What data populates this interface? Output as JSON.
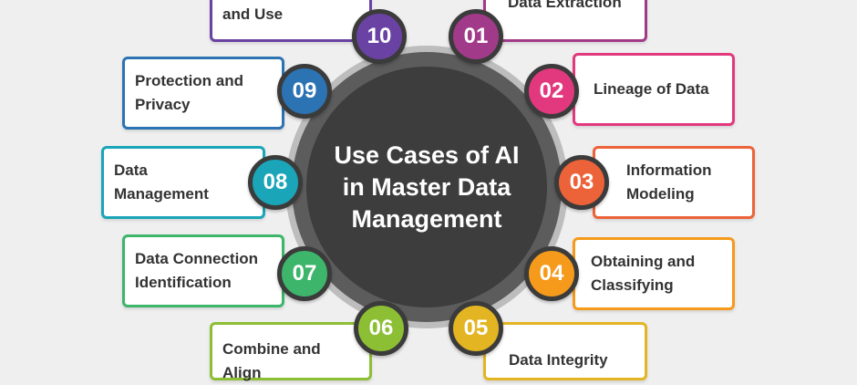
{
  "title": "Use Cases of AI\nin Master Data\nManagement",
  "items": [
    {
      "number": "01",
      "label": "Data Extraction",
      "color": "#a23a8a"
    },
    {
      "number": "02",
      "label": "Lineage of Data",
      "color": "#e2397e"
    },
    {
      "number": "03",
      "label": "Information\nModeling",
      "color": "#ec6239"
    },
    {
      "number": "04",
      "label": "Obtaining and\nClassifying",
      "color": "#f59a1b"
    },
    {
      "number": "05",
      "label": "Data Integrity",
      "color": "#e3b523"
    },
    {
      "number": "06",
      "label": "Combine and\nAlign",
      "color": "#8cbf34"
    },
    {
      "number": "07",
      "label": "Data Connection\nIdentification",
      "color": "#3db56b"
    },
    {
      "number": "08",
      "label": "Data\nManagement",
      "color": "#1aa5b8"
    },
    {
      "number": "09",
      "label": "Protection and\nPrivacy",
      "color": "#2c73b3"
    },
    {
      "number": "10",
      "label": "Data Sharing\nand Use",
      "color": "#6a42a3"
    }
  ]
}
